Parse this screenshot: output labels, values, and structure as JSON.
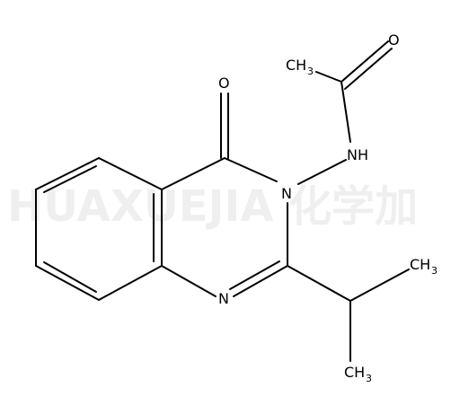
{
  "watermark": {
    "text": "HUAXUEJIA 化学加"
  },
  "atoms": {
    "oxygen_top": "O",
    "oxygen_ring": "O",
    "nh": "NH",
    "n_ring3": "N",
    "n_ring1": "N",
    "ch3_acetyl": {
      "base": "CH",
      "sub": "3"
    },
    "ch3_isopropyl_right": {
      "base": "CH",
      "sub": "3"
    },
    "ch3_isopropyl_bottom": {
      "base": "CH",
      "sub": "3"
    }
  },
  "colors": {
    "bond": "#000000",
    "background": "#ffffff"
  }
}
